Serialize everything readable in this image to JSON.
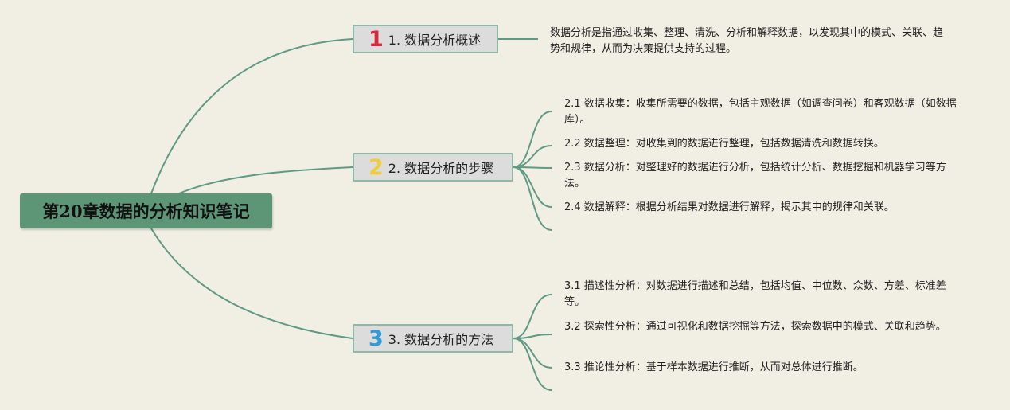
{
  "root": {
    "title": "第20章数据的分析知识笔记"
  },
  "colors": {
    "line": "#5e9a84",
    "root_fill": "#5d9577",
    "branch_fill": "#dcdcdc",
    "num1": "#d9263a",
    "num2": "#f1cd3d",
    "num3": "#2f9bdb"
  },
  "branches": [
    {
      "number": "1",
      "label": "1. 数据分析概述",
      "items": [
        "数据分析是指通过收集、整理、清洗、分析和解释数据，以发现其中的模式、关联、趋势和规律，从而为决策提供支持的过程。"
      ]
    },
    {
      "number": "2",
      "label": "2. 数据分析的步骤",
      "items": [
        "2.1 数据收集：收集所需要的数据，包括主观数据（如调查问卷）和客观数据（如数据库）。",
        "2.2 数据整理：对收集到的数据进行整理，包括数据清洗和数据转换。",
        "2.3 数据分析：对整理好的数据进行分析，包括统计分析、数据挖掘和机器学习等方法。",
        "2.4 数据解释：根据分析结果对数据进行解释，揭示其中的规律和关联。"
      ]
    },
    {
      "number": "3",
      "label": "3. 数据分析的方法",
      "items": [
        "3.1 描述性分析：对数据进行描述和总结，包括均值、中位数、众数、方差、标准差等。",
        "3.2 探索性分析：通过可视化和数据挖掘等方法，探索数据中的模式、关联和趋势。",
        "3.3 推论性分析：基于样本数据进行推断，从而对总体进行推断。"
      ]
    }
  ]
}
